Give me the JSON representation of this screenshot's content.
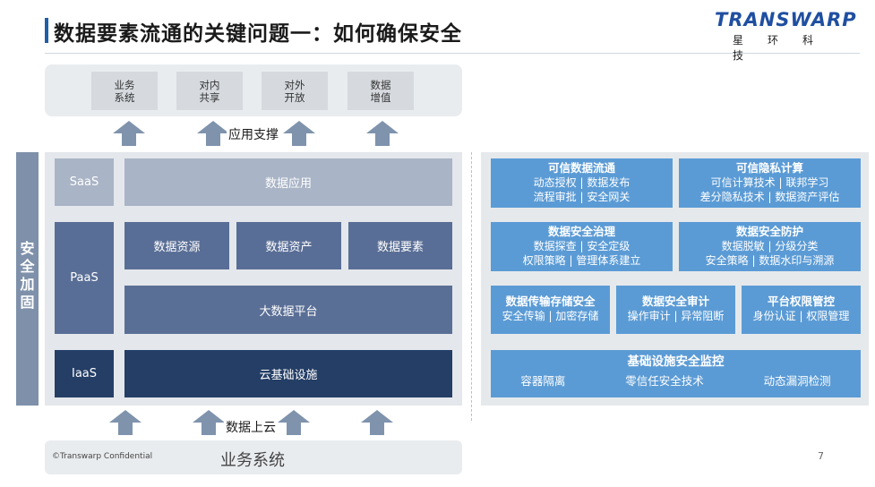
{
  "header": {
    "title": "数据要素流通的关键问题一：如何确保安全"
  },
  "logo": {
    "wordmark": "TRANSWARP",
    "subtitle": "星环科技"
  },
  "applications": [
    "业务\n系统",
    "对内\n共享",
    "对外\n开放",
    "数据\n增值"
  ],
  "arrows": {
    "top_label": "应用支撑",
    "bottom_label": "数据上云"
  },
  "security_side": "安全加固",
  "stack": {
    "saas": {
      "label": "SaaS",
      "content": "数据应用"
    },
    "paas": {
      "label": "PaaS",
      "items": [
        "数据资源",
        "数据资产",
        "数据要素"
      ],
      "platform": "大数据平台"
    },
    "iaas": {
      "label": "IaaS",
      "content": "云基础设施"
    }
  },
  "security_capabilities": [
    {
      "title": "可信数据流通",
      "lines": [
        "动态授权 | 数据发布",
        "流程审批 | 安全网关"
      ]
    },
    {
      "title": "可信隐私计算",
      "lines": [
        "可信计算技术 | 联邦学习",
        "差分隐私技术 | 数据资产评估"
      ]
    },
    {
      "title": "数据安全治理",
      "lines": [
        "数据探查 | 安全定级",
        "权限策略 | 管理体系建立"
      ]
    },
    {
      "title": "数据安全防护",
      "lines": [
        "数据脱敏 | 分级分类",
        "安全策略 | 数据水印与溯源"
      ]
    },
    {
      "title": "数据传输存储安全",
      "lines": [
        "安全传输 | 加密存储"
      ]
    },
    {
      "title": "数据安全审计",
      "lines": [
        "操作审计 | 异常阻断"
      ]
    },
    {
      "title": "平台权限管控",
      "lines": [
        "身份认证 | 权限管理"
      ]
    }
  ],
  "infra_monitor": {
    "title": "基础设施安全监控",
    "items": [
      "容器隔离",
      "零信任安全技术",
      "动态漏洞检测"
    ]
  },
  "footer": {
    "business_system": "业务系统",
    "confidential": "©Transwarp Confidential",
    "page": "7"
  }
}
